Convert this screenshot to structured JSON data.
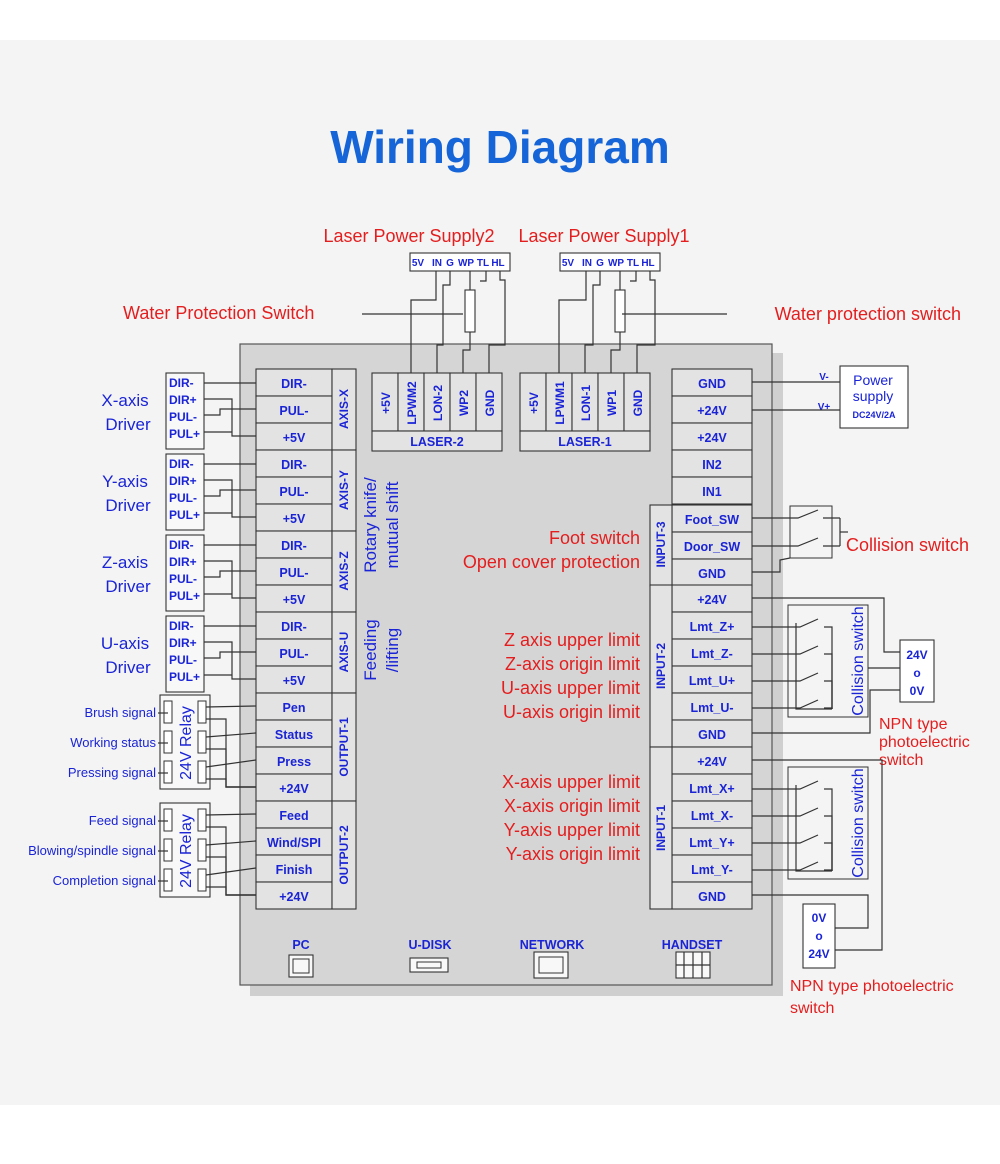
{
  "title": "Wiring Diagram",
  "laser_supplies": [
    {
      "name": "Laser Power Supply2",
      "pins": [
        "5V",
        "IN",
        "G",
        "WP",
        "TL",
        "HL"
      ]
    },
    {
      "name": "Laser Power Supply1",
      "pins": [
        "5V",
        "IN",
        "G",
        "WP",
        "TL",
        "HL"
      ]
    }
  ],
  "water_switch_left": "Water Protection Switch",
  "water_switch_right": "Water protection switch",
  "laser_ports": [
    {
      "name": "LASER-2",
      "pins": [
        "+5V",
        "LPWM2",
        "LON-2",
        "WP2",
        "GND"
      ]
    },
    {
      "name": "LASER-1",
      "pins": [
        "+5V",
        "LPWM1",
        "LON-1",
        "WP1",
        "GND"
      ]
    }
  ],
  "axes": [
    {
      "name": "AXIS-X",
      "driver": [
        "X-axis",
        "Driver"
      ],
      "pins": [
        "DIR-",
        "PUL-",
        "+5V"
      ]
    },
    {
      "name": "AXIS-Y",
      "driver": [
        "Y-axis",
        "Driver"
      ],
      "pins": [
        "DIR-",
        "PUL-",
        "+5V"
      ]
    },
    {
      "name": "AXIS-Z",
      "driver": [
        "Z-axis",
        "Driver"
      ],
      "pins": [
        "DIR-",
        "PUL-",
        "+5V"
      ]
    },
    {
      "name": "AXIS-U",
      "driver": [
        "U-axis",
        "Driver"
      ],
      "pins": [
        "DIR-",
        "PUL-",
        "+5V"
      ]
    }
  ],
  "driver_pins": [
    "DIR-",
    "DIR+",
    "PUL-",
    "PUL+"
  ],
  "axis_notes": {
    "zy": [
      "Rotary knife/",
      "mutual shift"
    ],
    "u": [
      "Feeding",
      "/lifting"
    ]
  },
  "outputs": [
    {
      "name": "OUTPUT-1",
      "pins": [
        "Pen",
        "Status",
        "Press",
        "+24V"
      ],
      "signals": [
        "Brush signal",
        "Working status",
        "Pressing signal"
      ],
      "relay": "24V Relay"
    },
    {
      "name": "OUTPUT-2",
      "pins": [
        "Feed",
        "Wind/SPI",
        "Finish",
        "+24V"
      ],
      "signals": [
        "Feed signal",
        "Blowing/spindle signal",
        "Completion signal"
      ],
      "relay": "24V Relay"
    }
  ],
  "power_block": {
    "pins": [
      "GND",
      "+24V",
      "+24V",
      "IN2",
      "IN1"
    ],
    "supply": [
      "Power",
      "supply",
      "DC24V/2A"
    ],
    "v_minus": "V-",
    "v_plus": "V+"
  },
  "inputs": [
    {
      "name": "INPUT-3",
      "pins": [
        "Foot_SW",
        "Door_SW",
        "GND"
      ],
      "labels": [
        "Foot switch",
        "Open cover protection"
      ]
    },
    {
      "name": "INPUT-2",
      "pins": [
        "+24V",
        "Lmt_Z+",
        "Lmt_Z-",
        "Lmt_U+",
        "Lmt_U-",
        "GND"
      ],
      "labels": [
        "Z axis upper limit",
        "Z-axis origin limit",
        "U-axis upper limit",
        "U-axis origin limit"
      ]
    },
    {
      "name": "INPUT-1",
      "pins": [
        "+24V",
        "Lmt_X+",
        "Lmt_X-",
        "Lmt_Y+",
        "Lmt_Y-",
        "GND"
      ],
      "labels": [
        "X-axis upper limit",
        "X-axis origin limit",
        "Y-axis upper limit",
        "Y-axis origin limit"
      ]
    }
  ],
  "collision_switch": "Collision switch",
  "npn_upper": {
    "box": [
      "24V",
      "o",
      "0V"
    ],
    "label": [
      "NPN type",
      "photoelectric",
      "switch"
    ]
  },
  "npn_lower": {
    "box": [
      "0V",
      "o",
      "24V"
    ],
    "label": [
      "NPN type photoelectric",
      "switch"
    ]
  },
  "bottom_ports": [
    "PC",
    "U-DISK",
    "NETWORK",
    "HANDSET"
  ]
}
